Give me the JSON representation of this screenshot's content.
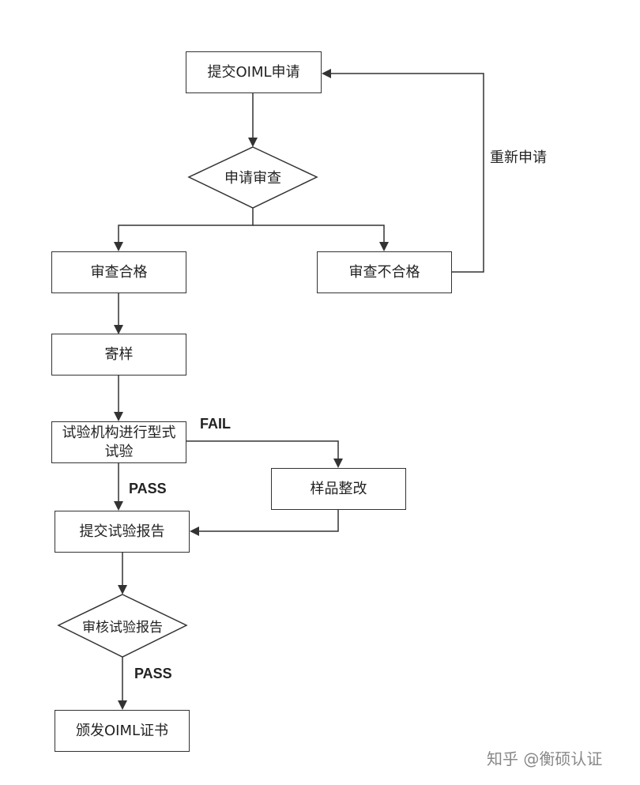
{
  "diagram": {
    "nodes": {
      "submit_application": "提交OIML申请",
      "application_review": "申请审查",
      "review_passed": "审查合格",
      "review_failed": "审查不合格",
      "send_samples": "寄样",
      "type_test": "试验机构进行型式试验",
      "sample_rectification": "样品整改",
      "submit_test_report": "提交试验报告",
      "review_test_report": "审核试验报告",
      "issue_certificate": "颁发OIML证书"
    },
    "edge_labels": {
      "reapply": "重新申请",
      "fail": "FAIL",
      "pass_1": "PASS",
      "pass_2": "PASS"
    }
  },
  "watermark": "知乎 @衡硕认证"
}
